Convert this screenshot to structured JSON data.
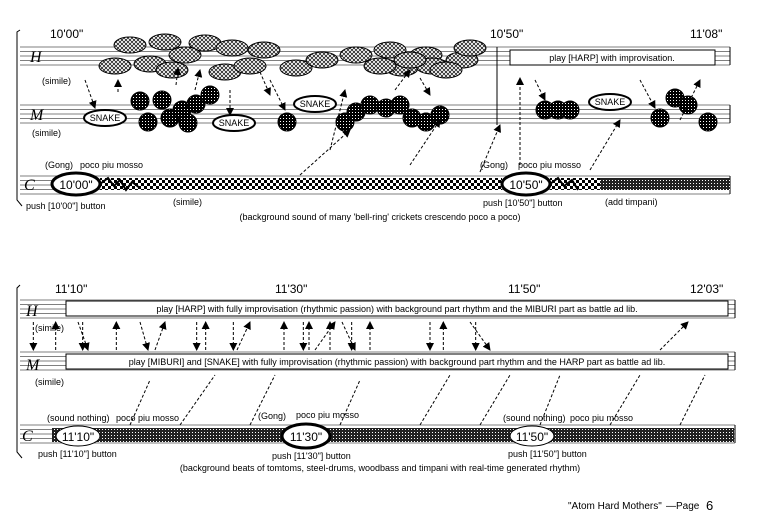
{
  "system1": {
    "times": [
      "10'00\"",
      "10'50\"",
      "11'08\""
    ],
    "clefs": [
      "H",
      "M",
      "C"
    ],
    "harp_box": "play [HARP] with improvisation.",
    "simile_h": "(simile)",
    "simile_m": "(simile)",
    "snake_labels": [
      "SNAKE",
      "SNAKE",
      "SNAKE",
      "SNAKE"
    ],
    "gong1": "(Gong)",
    "poco1": "poco piu mosso",
    "gong2": "(Gong)",
    "poco2": "poco piu mosso",
    "button1": "10'00\"",
    "button2": "10'50\"",
    "push1": "push [10'00\"] button",
    "push2": "push [10'50\"] button",
    "simile_c": "(simile)",
    "add_timpani": "(add timpani)",
    "background": "(background sound of many 'bell-ring' crickets crescendo poco a poco)"
  },
  "system2": {
    "times": [
      "11'10\"",
      "11'30\"",
      "11'50\"",
      "12'03\""
    ],
    "clefs": [
      "H",
      "M",
      "C"
    ],
    "harp_box": "play [HARP] with fully improvisation (rhythmic passion) with background part rhythm and the MIBURI part as battle  ad lib.",
    "miburi_box": "play [MIBURI] and [SNAKE] with fully improvisation (rhythmic passion) with background part rhythm and the HARP part as battle  ad lib.",
    "simile_h": "(simile)",
    "simile_m": "(simile)",
    "sound_nothing1": "(sound nothing)",
    "poco1": "poco piu mosso",
    "gong": "(Gong)",
    "poco2": "poco piu mosso",
    "sound_nothing2": "(sound nothing)",
    "poco3": "poco piu mosso",
    "button1": "11'10\"",
    "button2": "11'30\"",
    "button3": "11'50\"",
    "push1": "push [11'10\"] button",
    "push2": "push [11'30\"] button",
    "push3": "push [11'50\"] button",
    "background": "(background beats of tomtoms, steel-drums, woodbass and timpani with real-time generated rhythm)"
  },
  "footer": {
    "title": "\"Atom Hard Mothers\"",
    "page_label": "—Page",
    "page_number": "6"
  }
}
